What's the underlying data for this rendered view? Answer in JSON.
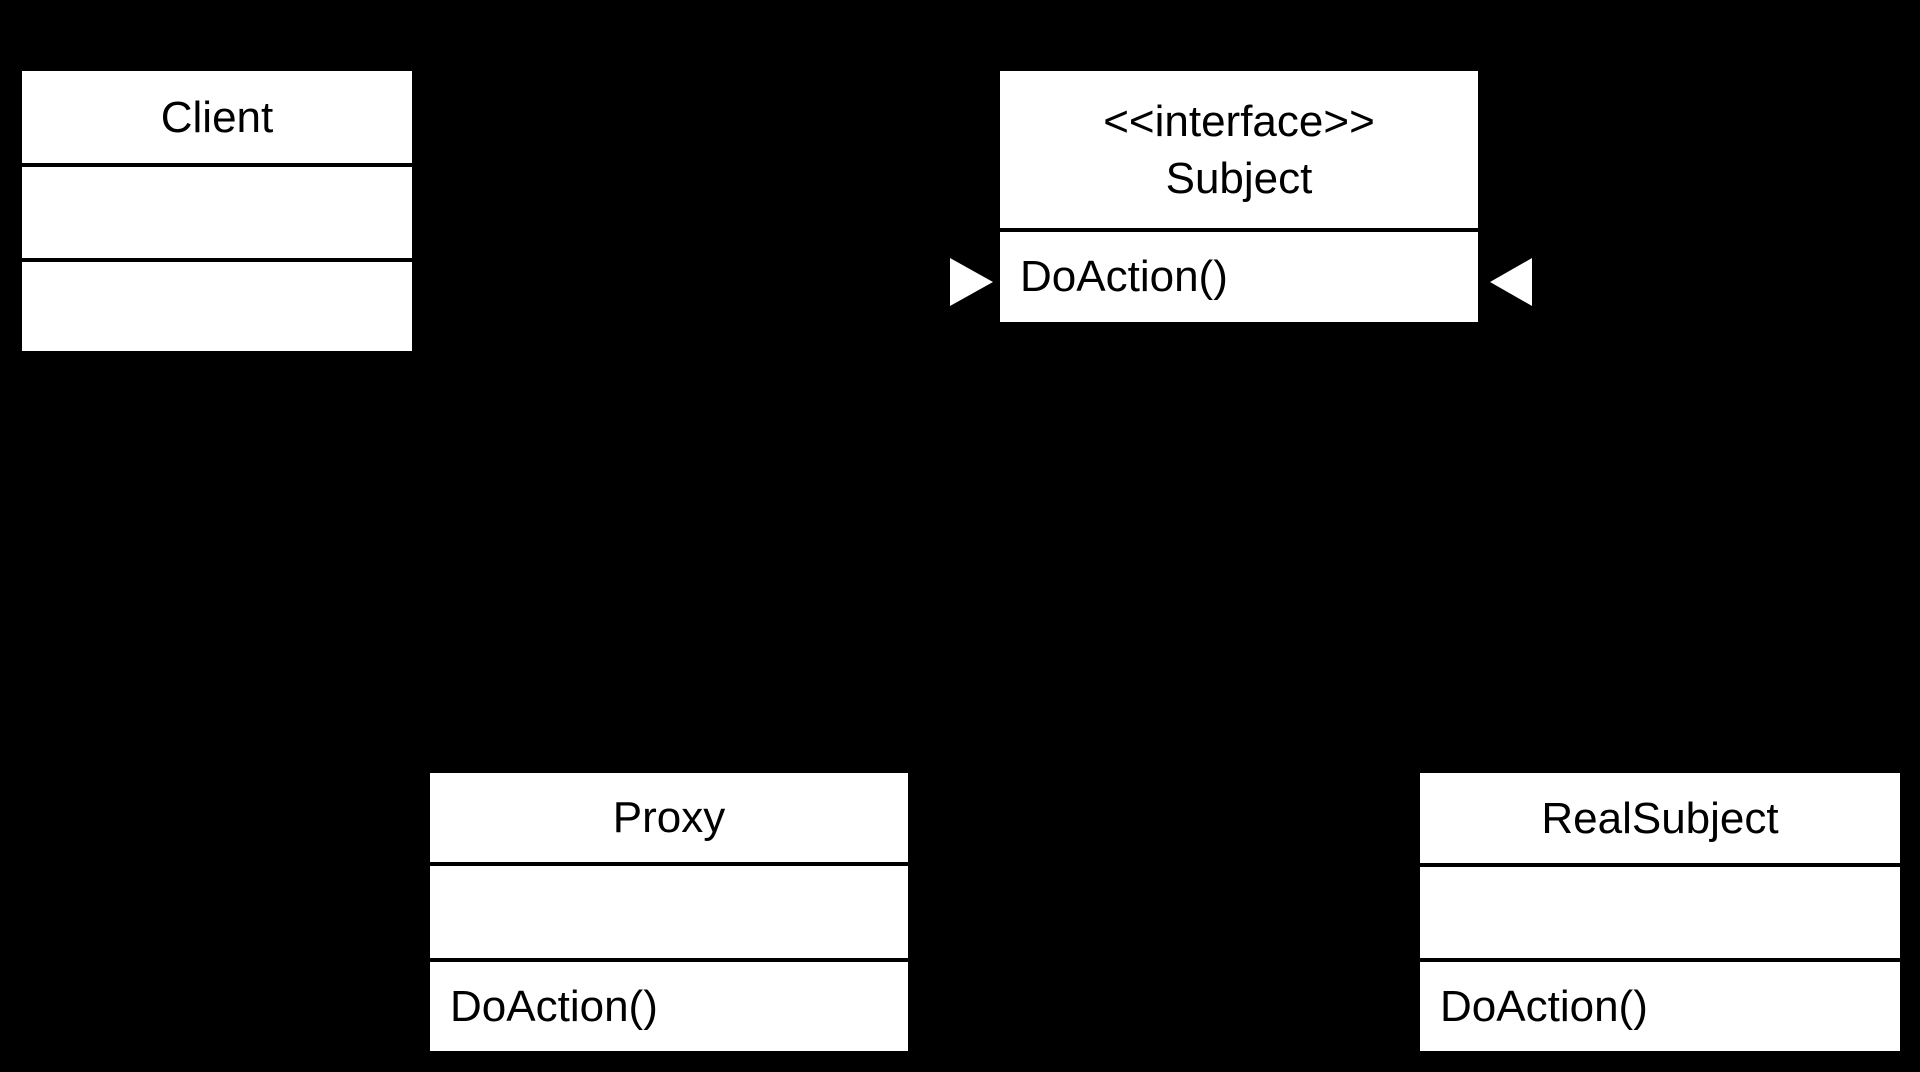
{
  "diagram": {
    "kind": "uml-class-diagram",
    "pattern": "Proxy",
    "background_color": "#000000",
    "box_fill_color": "#ffffff",
    "divider_color": "#000000",
    "text_color": "#000000",
    "arrowhead_color": "#ffffff",
    "classes": [
      {
        "id": "client",
        "stereotype": "",
        "name": "Client",
        "attributes": "",
        "methods": ""
      },
      {
        "id": "subject",
        "stereotype": "<<interface>>",
        "name": "Subject",
        "methods": "DoAction()"
      },
      {
        "id": "proxy",
        "stereotype": "",
        "name": "Proxy",
        "attributes": "",
        "methods": "DoAction()"
      },
      {
        "id": "realsubject",
        "stereotype": "",
        "name": "RealSubject",
        "attributes": "",
        "methods": "DoAction()"
      }
    ],
    "arrows": [
      {
        "id": "arrowhead-left-of-subject",
        "direction": "points-right",
        "target": "Subject.DoAction()"
      },
      {
        "id": "arrowhead-right-of-subject",
        "direction": "points-left",
        "target": "Subject.DoAction()"
      }
    ]
  }
}
